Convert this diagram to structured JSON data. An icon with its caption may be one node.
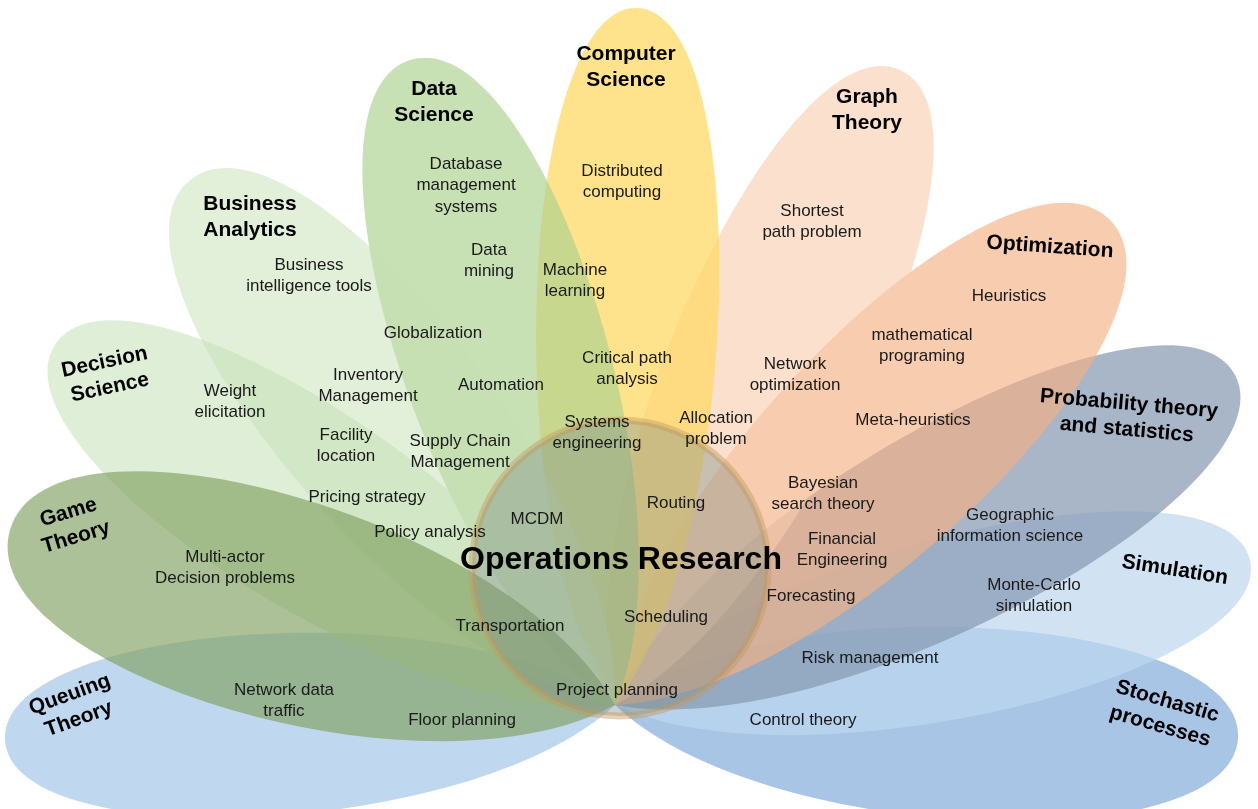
{
  "diagram": {
    "nodes": [
      {
        "text": [
          "Computer Science",
          "Distributed computing"
        ]
      },
      {
        "text": [
          "Data Science",
          "Database management systems"
        ]
      },
      {
        "text": [
          "Graph Theory",
          "Shortest path problem"
        ]
      },
      {
        "text": [
          "Business Analytics",
          "Business intelligence tools"
        ]
      },
      {
        "text": [
          "Optimization",
          "Heuristics",
          "mathematical programing"
        ]
      },
      {
        "text": [
          "Decision Science",
          "Weight elicitation"
        ]
      },
      {
        "text": [
          "Probability theory and statistics"
        ]
      },
      {
        "text": [
          "Game Theory",
          "Multi-actor Decision problems"
        ]
      },
      {
        "text": [
          "Operations Research"
        ]
      },
      {
        "text": [
          "Simulation",
          "Monte-Carlo simulation"
        ]
      },
      {
        "text": [
          "Queuing Theory",
          "Network data traffic",
          "Floor planning"
        ]
      },
      {
        "text": [
          "Stochastic processes",
          "Control theory"
        ]
      }
    ],
    "labels": [
      "Data mining",
      "Machine learning",
      "Globalization",
      "Inventory Management",
      "Automation",
      "Critical path analysis",
      "Network optimization",
      "Facility location",
      "Supply Chain Management",
      "Systems engineering",
      "Allocation problem",
      "Meta-heuristics",
      "Pricing strategy",
      "Routing",
      "Bayesian search theory",
      "Policy analysis",
      "MCDM",
      "Financial Engineering",
      "Geographic information science",
      "Transportation",
      "Scheduling",
      "Forecasting",
      "Risk management",
      "Project planning"
    ]
  }
}
